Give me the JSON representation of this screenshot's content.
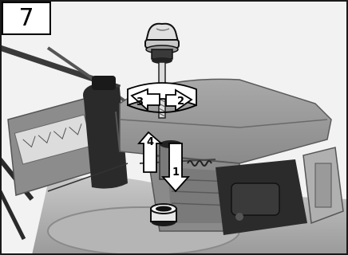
{
  "step": {
    "number": "7"
  },
  "callouts": {
    "c1": "1",
    "c2": "2",
    "c3": "3",
    "c4": "4"
  },
  "icons": {
    "dipstick": "dipstick-cap-icon",
    "rotation": "rotation-arrow-icon",
    "insert": "down-arrow-icon",
    "remove": "up-arrow-icon"
  },
  "colors": {
    "engine_body": "#9b9b9b",
    "engine_dark": "#2b2b2b",
    "arrow_fill": "#ffffff",
    "arrow_stroke": "#000000"
  }
}
